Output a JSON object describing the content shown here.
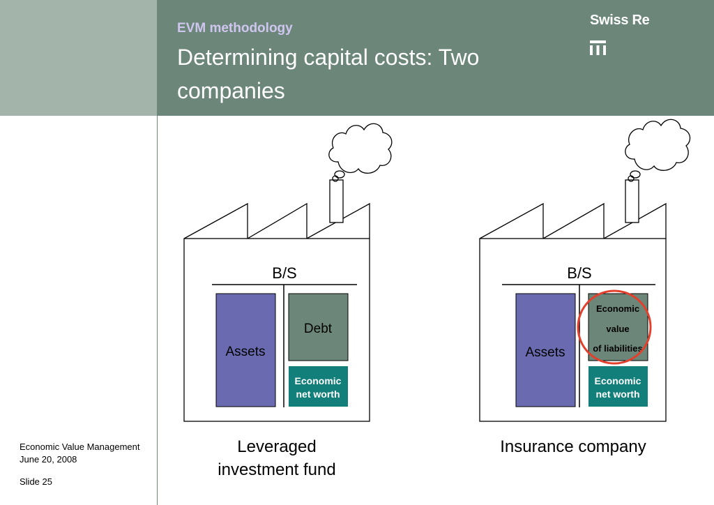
{
  "header": {
    "subtitle": "EVM methodology",
    "title": "Determining capital costs: Two companies",
    "logo": "Swiss Re"
  },
  "footer": {
    "line1": "Economic Value Management",
    "line2": "June 20, 2008",
    "slide": "Slide 25"
  },
  "left_company": {
    "bs_label": "B/S",
    "assets": "Assets",
    "debt": "Debt",
    "econ_line1": "Economic",
    "econ_line2": "net worth",
    "caption_line1": "Leveraged",
    "caption_line2": "investment fund"
  },
  "right_company": {
    "bs_label": "B/S",
    "assets": "Assets",
    "liab_line1": "Economic",
    "liab_line2": "value",
    "liab_line3": "of liabilities",
    "econ_line1": "Economic",
    "econ_line2": "net worth",
    "caption": "Insurance company"
  },
  "colors": {
    "header_bg": "#6c877a",
    "sidebar_bg": "#a3b5aa",
    "assets": "#6a6ab0",
    "debt": "#6c877a",
    "net_worth": "#127f7b",
    "highlight_circle": "#e2402c"
  }
}
